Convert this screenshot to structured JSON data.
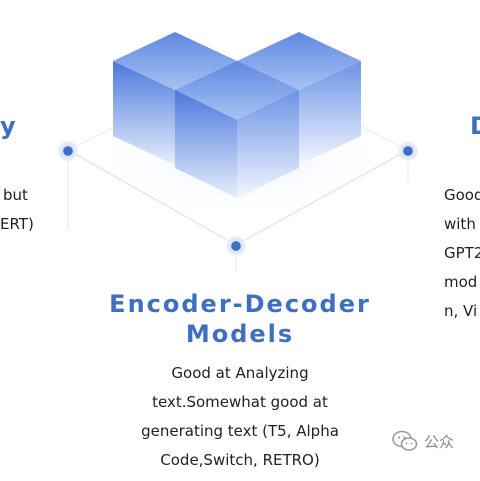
{
  "left_panel": {
    "heading": "y",
    "lines": [
      "but",
      "ERT)"
    ]
  },
  "right_panel": {
    "heading": "D",
    "lines": [
      "Good",
      "with",
      "GPT2",
      "mod",
      "n, Vi"
    ]
  },
  "center_panel": {
    "title_line1": "Encoder-Decoder",
    "title_line2": "Models",
    "lines": [
      "Good at Analyzing",
      "text.Somewhat good at",
      "generating text (T5, Alpha",
      "Code,Switch, RETRO)"
    ]
  },
  "watermark": {
    "text": "公众"
  },
  "colors": {
    "accent": "#3f6fc2",
    "cube_light": "#dde8fb",
    "cube_dark": "#3f6ad0"
  }
}
